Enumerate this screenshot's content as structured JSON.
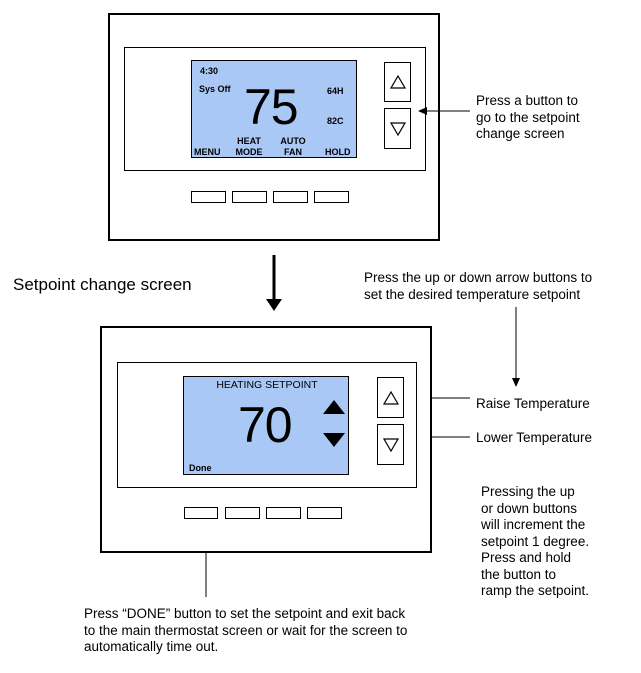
{
  "top_thermostat": {
    "time": "4:30",
    "system_status": "Sys Off",
    "temperature": "75",
    "heat_setpoint": "64H",
    "cool_setpoint": "82C",
    "softkeys": {
      "menu": "MENU",
      "mode_line1": "HEAT",
      "mode_line2": "MODE",
      "fan_line1": "AUTO",
      "fan_line2": "FAN",
      "hold": "HOLD"
    },
    "up_icon": "up-triangle-outline",
    "down_icon": "down-triangle-outline"
  },
  "callouts": {
    "press_button": [
      "Press a button to",
      "go to the setpoint",
      "change screen"
    ],
    "setpoint_change_screen": "Setpoint change screen",
    "press_arrows": [
      "Press the up or down arrow buttons to",
      "set the desired temperature setpoint"
    ],
    "raise": "Raise Temperature",
    "lower": "Lower Temperature",
    "increment": [
      "Pressing the up",
      "or down buttons",
      "will increment the",
      "setpoint 1 degree.",
      "Press and hold",
      "the button to",
      "ramp the setpoint."
    ],
    "done": [
      "Press “DONE” button to set the setpoint and exit back",
      "to the main thermostat screen or wait for the screen to",
      "automatically time out."
    ]
  },
  "bottom_thermostat": {
    "header": "HEATING SETPOINT",
    "setpoint": "70",
    "done_label": "Done",
    "up_icon": "up-triangle-solid",
    "down_icon": "down-triangle-solid"
  },
  "colors": {
    "lcd_background": "#a9c8f5",
    "line": "#000000"
  }
}
